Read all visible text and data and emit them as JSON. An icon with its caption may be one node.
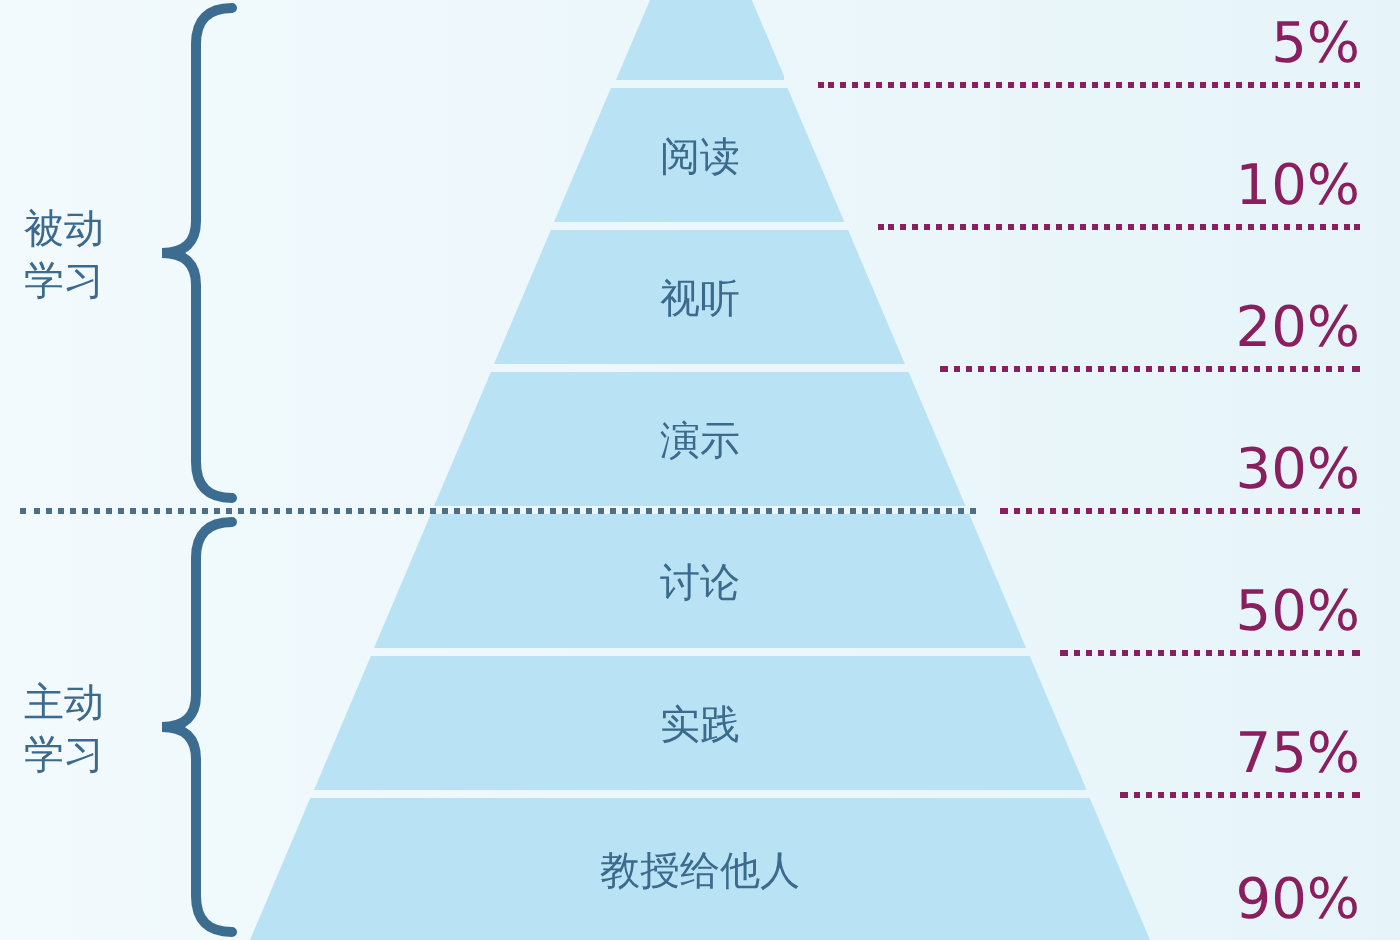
{
  "diagram": {
    "nodes": [
      {
        "text": [],
        "shape": "trapezoid"
      },
      {
        "text": [
          "阅读"
        ]
      },
      {
        "text": [
          "视听"
        ]
      },
      {
        "text": [
          "演示"
        ]
      },
      {
        "text": [
          "讨论"
        ]
      },
      {
        "text": [
          "实践"
        ]
      },
      {
        "text": [
          "教授给他人"
        ]
      }
    ],
    "labels": [
      "5%",
      "10%",
      "被动学习",
      "20%",
      "30%",
      "50%",
      "主动学习",
      "75%",
      "90%"
    ]
  }
}
